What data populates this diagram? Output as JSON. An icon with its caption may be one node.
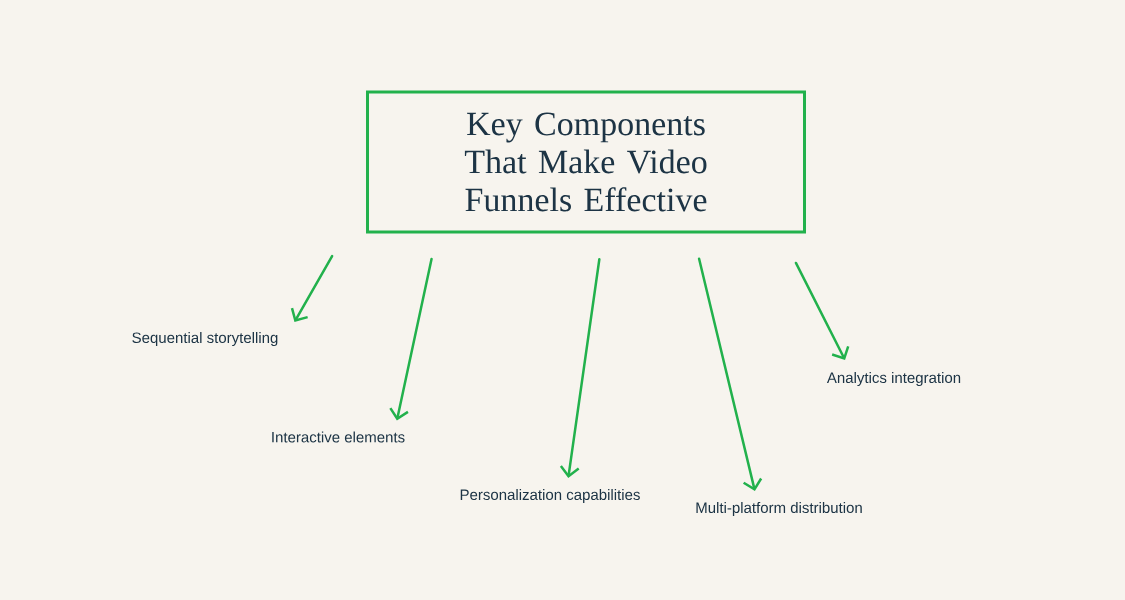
{
  "diagram": {
    "nodes": [
      {
        "text": [
          "Key Components That Make Video Funnels Effective"
        ]
      },
      {
        "text": [
          "Sequential storytelling"
        ]
      },
      {
        "text": [
          "Interactive elements"
        ]
      },
      {
        "text": [
          "Personalization capabilities"
        ]
      },
      {
        "text": [
          "Multi-platform distribution"
        ]
      },
      {
        "text": [
          "Analytics integration"
        ]
      }
    ],
    "edges": [
      {
        "from": 0,
        "to": 1,
        "arrow": "to"
      },
      {
        "from": 0,
        "to": 2,
        "arrow": "to"
      },
      {
        "from": 0,
        "to": 3,
        "arrow": "to"
      },
      {
        "from": 0,
        "to": 4,
        "arrow": "to"
      },
      {
        "from": 0,
        "to": 5,
        "arrow": "to"
      }
    ]
  }
}
